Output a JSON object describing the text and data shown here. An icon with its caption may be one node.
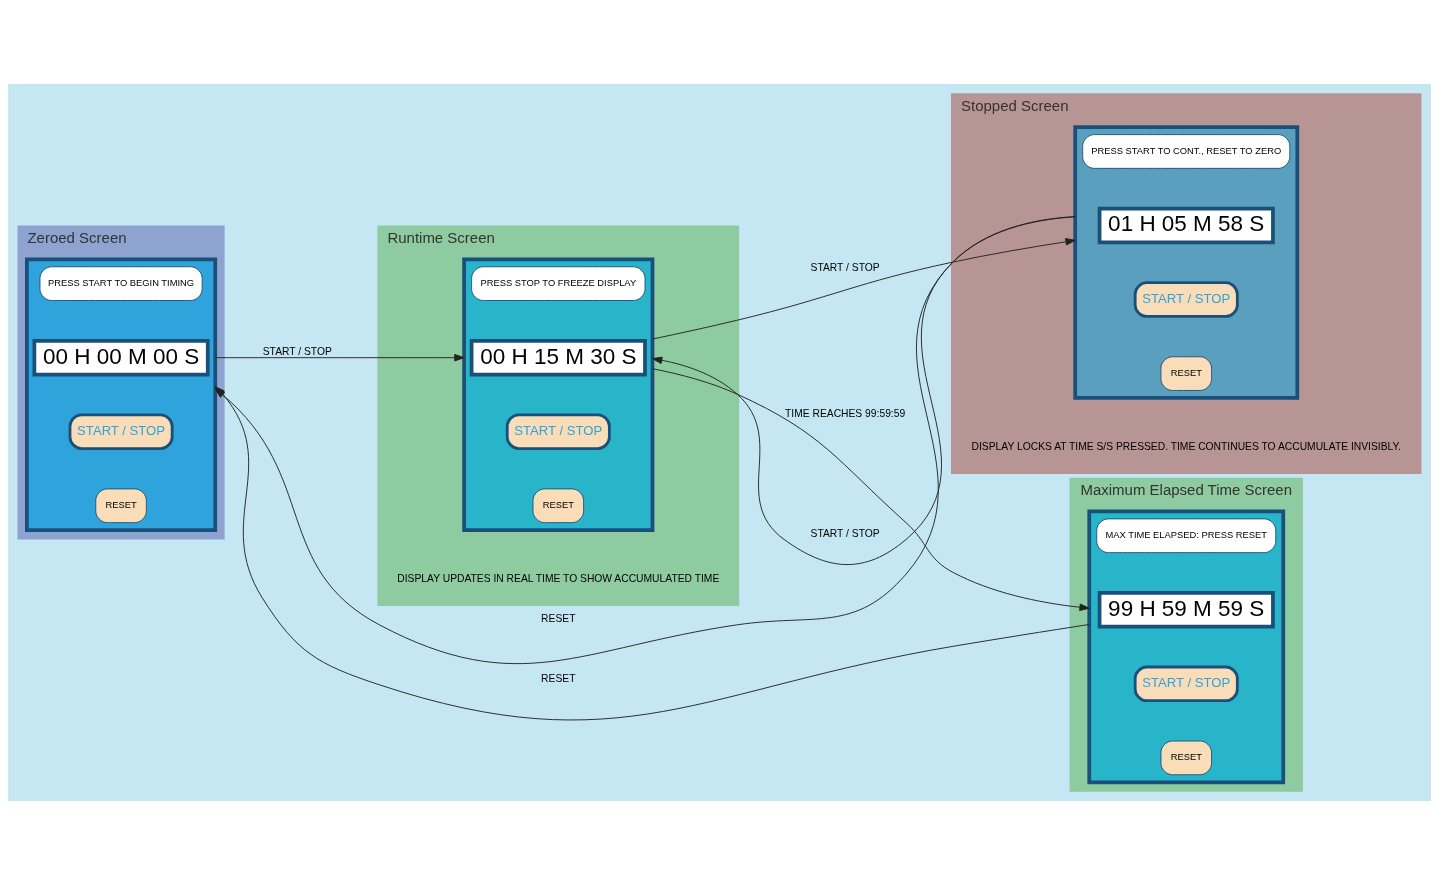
{
  "diagram": {
    "nodes": [
      {
        "text": [
          "Zeroed Screen"
        ]
      },
      {
        "text": [],
        "shape": "box",
        "in": 0
      },
      {
        "text": [
          "PRESS START TO BEGIN TIMING"
        ],
        "in": 1
      },
      {
        "text": [
          "00 H 00 M 00 S"
        ],
        "in": 1
      },
      {
        "text": [
          "START / STOP"
        ],
        "in": 1
      },
      {
        "text": [
          "RESET"
        ],
        "in": 1
      },
      {
        "text": [
          "Runtime Screen"
        ],
        "beside": [
          "DISPLAY UPDATES IN REAL TIME TO SHOW ACCUMULATED TIME"
        ]
      },
      {
        "text": [],
        "shape": "box",
        "in": 6
      },
      {
        "text": [
          "PRESS STOP TO FREEZE DISPLAY"
        ],
        "in": 7
      },
      {
        "text": [
          "00 H 15 M 30 S"
        ],
        "in": 7
      },
      {
        "text": [
          "START / STOP"
        ],
        "in": 7
      },
      {
        "text": [
          "RESET"
        ],
        "in": 7
      },
      {
        "text": [
          "Stopped Screen"
        ],
        "beside": [
          "DISPLAY LOCKS AT TIME S/S PRESSED. TIME CONTINUES TO ACCUMULATE INVISIBLY."
        ]
      },
      {
        "text": [],
        "shape": "box",
        "in": 12
      },
      {
        "text": [
          "PRESS START TO CONT., RESET TO ZERO"
        ],
        "in": 13
      },
      {
        "text": [
          "01 H 05 M 58 S"
        ],
        "in": 13
      },
      {
        "text": [
          "START / STOP"
        ],
        "in": 13
      },
      {
        "text": [
          "RESET"
        ],
        "in": 13
      },
      {
        "text": [
          "Maximum Elapsed Time Screen"
        ]
      },
      {
        "text": [],
        "shape": "box",
        "in": 18
      },
      {
        "text": [
          "MAX TIME ELAPSED: PRESS RESET"
        ],
        "in": 19
      },
      {
        "text": [
          "99 H 59 M 59 S"
        ],
        "in": 19
      },
      {
        "text": [
          "START / STOP"
        ],
        "in": 19
      },
      {
        "text": [
          "RESET"
        ],
        "in": 19
      }
    ],
    "edges": [
      {
        "from": 1,
        "to": 7,
        "arrow": "to",
        "label": "START / STOP"
      },
      {
        "from": 7,
        "to": 13,
        "arrow": "to",
        "label": "START / STOP"
      },
      {
        "from": 13,
        "to": 7,
        "arrow": "to",
        "label": "START / STOP"
      },
      {
        "from": 13,
        "to": 1,
        "arrow": "to",
        "label": "RESET"
      },
      {
        "from": 7,
        "to": 19,
        "arrow": "to",
        "label": "TIME REACHES 99:59:59"
      },
      {
        "from": 19,
        "to": 1,
        "arrow": "to",
        "label": "RESET"
      }
    ]
  }
}
